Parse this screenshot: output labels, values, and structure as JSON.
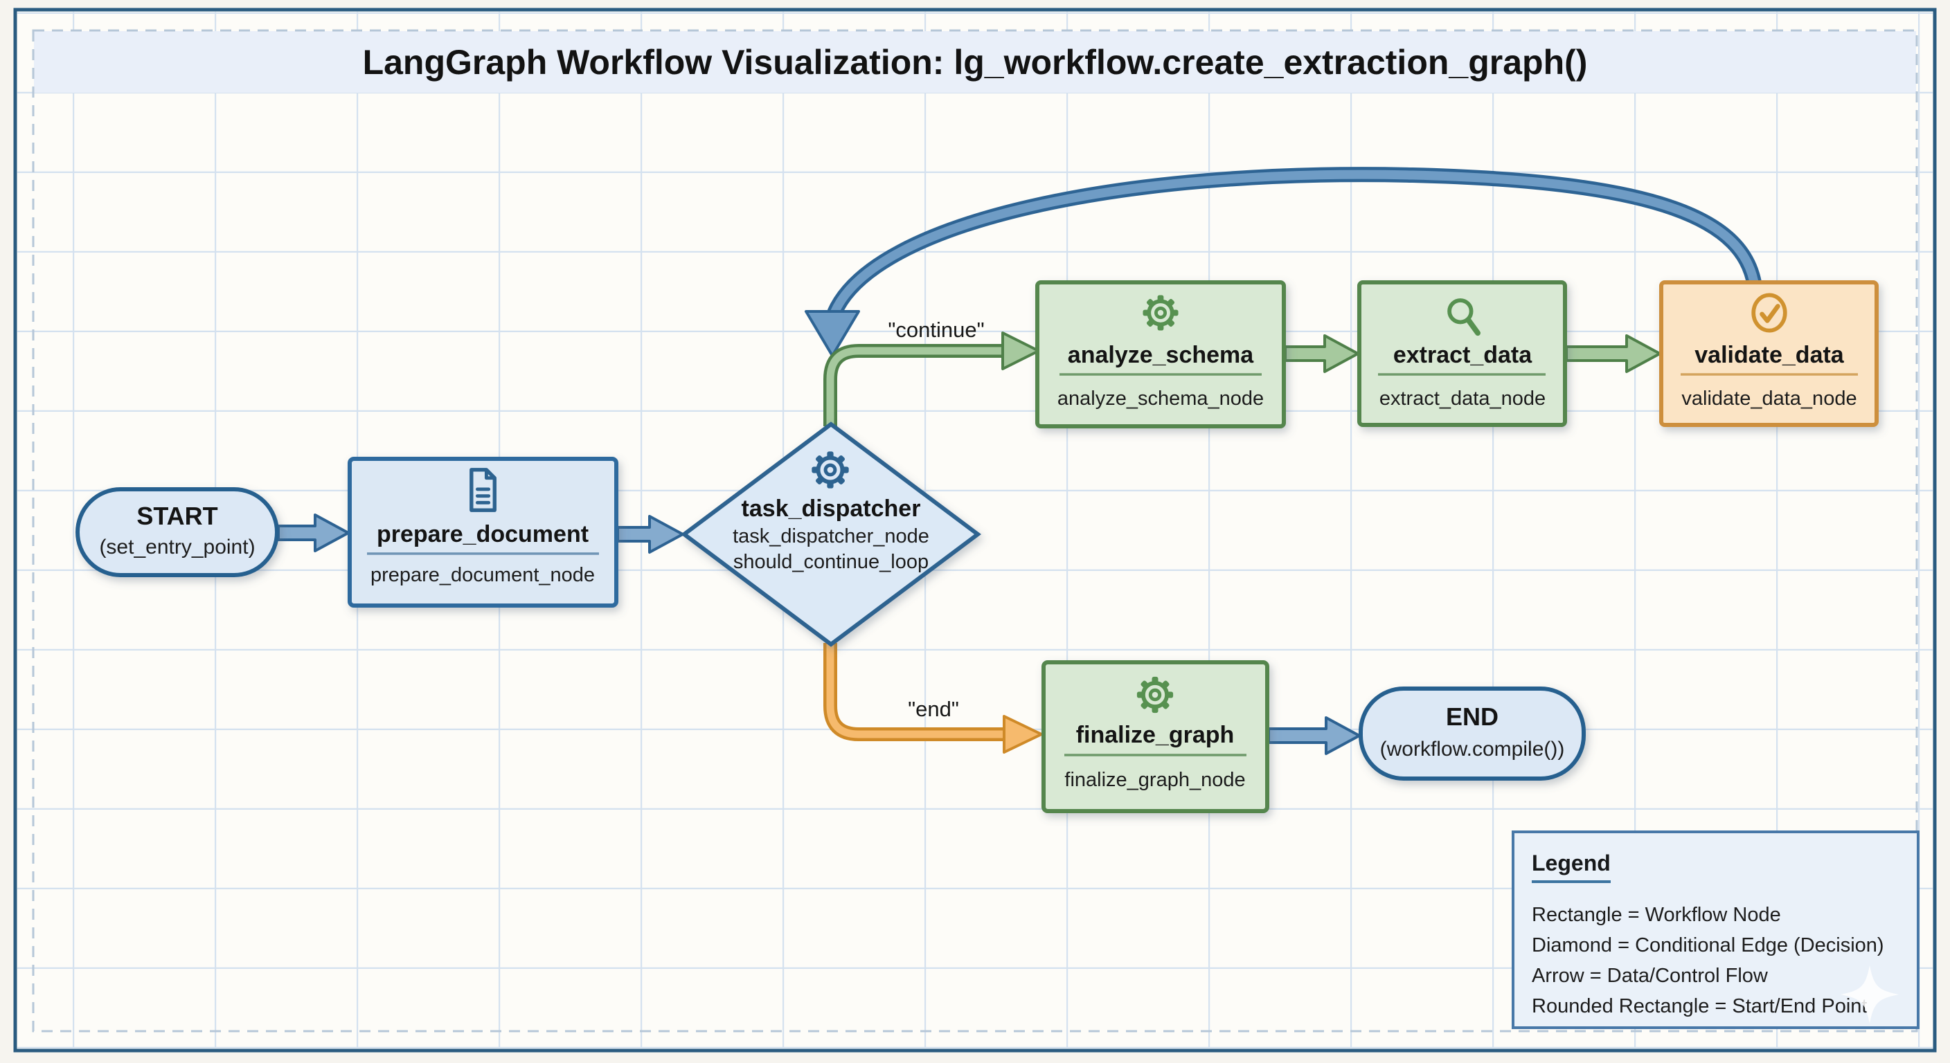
{
  "title": "LangGraph Workflow Visualization: lg_workflow.create_extraction_graph()",
  "nodes": {
    "start": {
      "label": "START",
      "sublabel": "(set_entry_point)",
      "icon": "none",
      "shape": "rounded-rectangle"
    },
    "prepare_document": {
      "label": "prepare_document",
      "sublabel": "prepare_document_node",
      "icon": "document-icon",
      "shape": "rectangle"
    },
    "task_dispatcher": {
      "label": "task_dispatcher",
      "node_name": "task_dispatcher_node",
      "condition_name": "should_continue_loop",
      "icon": "gear-icon",
      "shape": "diamond"
    },
    "analyze_schema": {
      "label": "analyze_schema",
      "sublabel": "analyze_schema_node",
      "icon": "gear-icon",
      "shape": "rectangle"
    },
    "extract_data": {
      "label": "extract_data",
      "sublabel": "extract_data_node",
      "icon": "magnifier-icon",
      "shape": "rectangle"
    },
    "validate_data": {
      "label": "validate_data",
      "sublabel": "validate_data_node",
      "icon": "check-circle-icon",
      "shape": "rectangle"
    },
    "finalize_graph": {
      "label": "finalize_graph",
      "sublabel": "finalize_graph_node",
      "icon": "gear-icon",
      "shape": "rectangle"
    },
    "end": {
      "label": "END",
      "sublabel": "(workflow.compile())",
      "icon": "none",
      "shape": "rounded-rectangle"
    }
  },
  "edges": {
    "continue_label": "\"continue\"",
    "end_label": "\"end\""
  },
  "legend": {
    "title": "Legend",
    "items": [
      "Rectangle = Workflow Node",
      "Diamond = Conditional Edge (Decision)",
      "Arrow = Data/Control Flow",
      "Rounded Rectangle = Start/End Point"
    ]
  },
  "colors": {
    "blue_border": "#2d6292",
    "blue_fill": "#dce8f5",
    "blue_arrow_fill": "#85abce",
    "green_border": "#4f8049",
    "green_fill": "#d9e9d4",
    "green_arrow_fill": "#a6c99e",
    "orange_border": "#cf8a28",
    "orange_fill": "#fbe4c5",
    "orange_arrow_fill": "#f6ba6d",
    "title_band": "#e9eff9",
    "grid_line": "#cddcee",
    "canvas": "#fdfcf8"
  }
}
